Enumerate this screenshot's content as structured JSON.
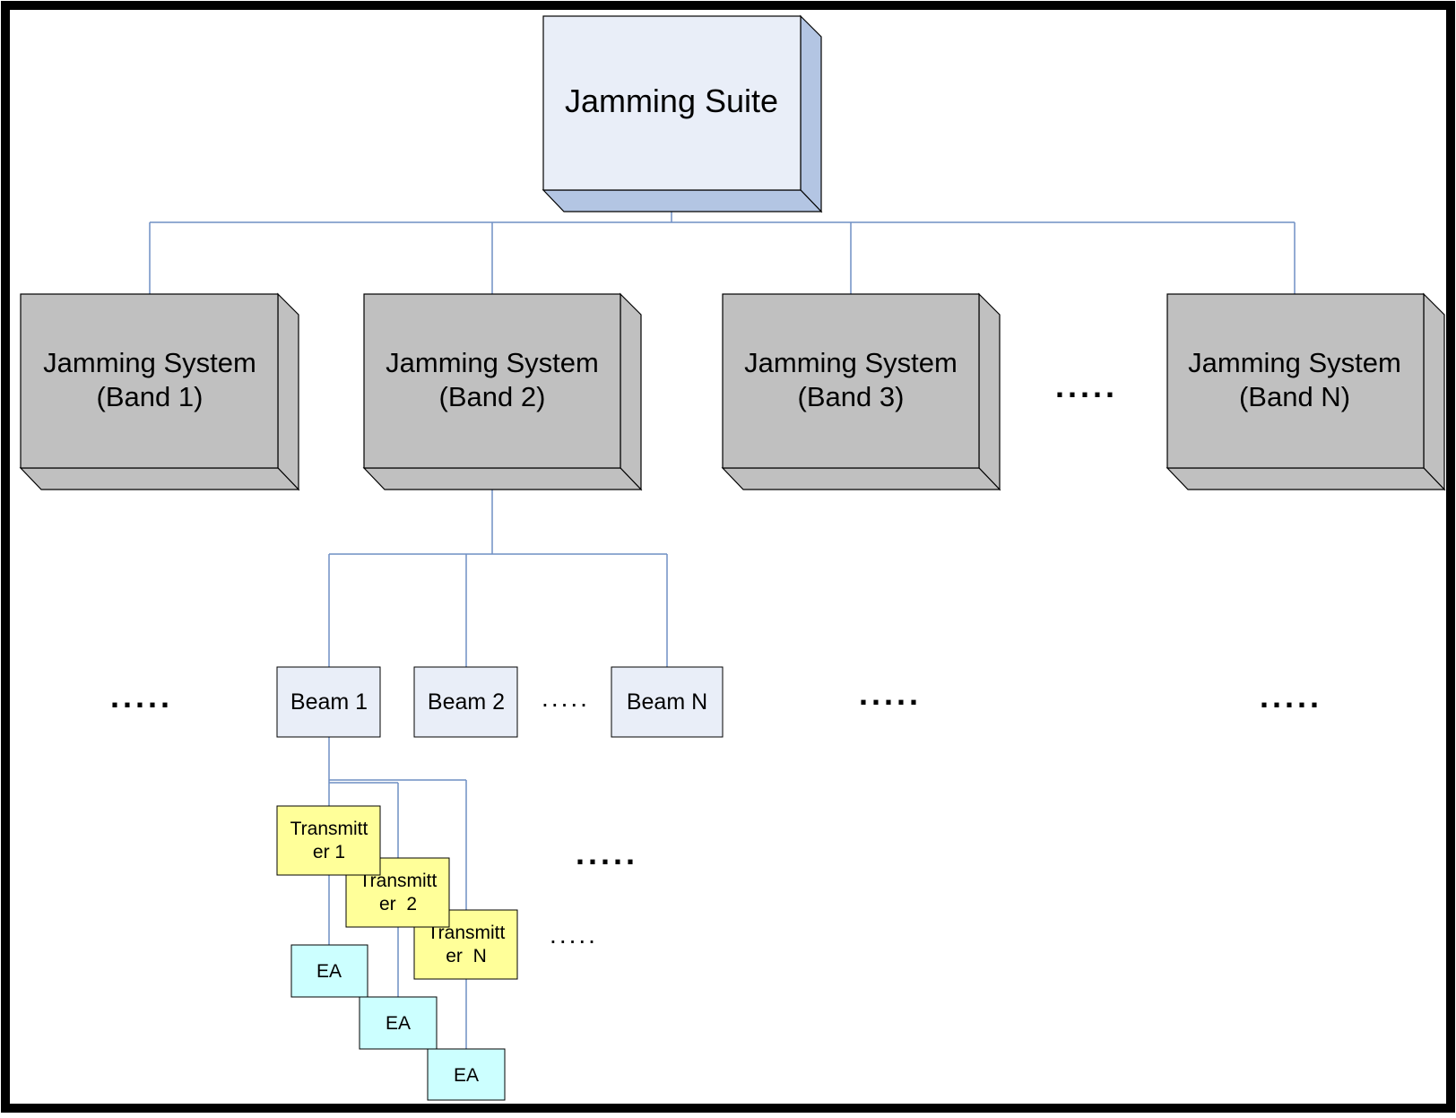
{
  "colors": {
    "frame": "#000000",
    "connector": "#6f8fc4",
    "suite_front": "#e9eef8",
    "suite_side": "#b3c5e3",
    "system_front": "#c0c0c0",
    "system_side": "#c0c0c0",
    "beam_fill": "#e9eef8",
    "transmitter_fill": "#ffff99",
    "ea_fill": "#ccffff"
  },
  "suite": {
    "label": "Jamming Suite"
  },
  "systems": [
    {
      "line1": "Jamming System",
      "line2": "(Band 1)"
    },
    {
      "line1": "Jamming System",
      "line2": "(Band 2)"
    },
    {
      "line1": "Jamming System",
      "line2": "(Band 3)"
    },
    {
      "line1": "Jamming System",
      "line2": "(Band N)"
    }
  ],
  "beams": [
    {
      "label": "Beam 1"
    },
    {
      "label": "Beam 2"
    },
    {
      "label": "Beam N"
    }
  ],
  "transmitters": [
    {
      "line1": "Transmitt",
      "line2": "er 1"
    },
    {
      "line1": "Transmitt",
      "line2": "er  2"
    },
    {
      "line1": "Transmitt",
      "line2": "er  N"
    }
  ],
  "eas": [
    {
      "label": "EA"
    },
    {
      "label": "EA"
    },
    {
      "label": "EA"
    }
  ],
  "ellipsis": "....."
}
